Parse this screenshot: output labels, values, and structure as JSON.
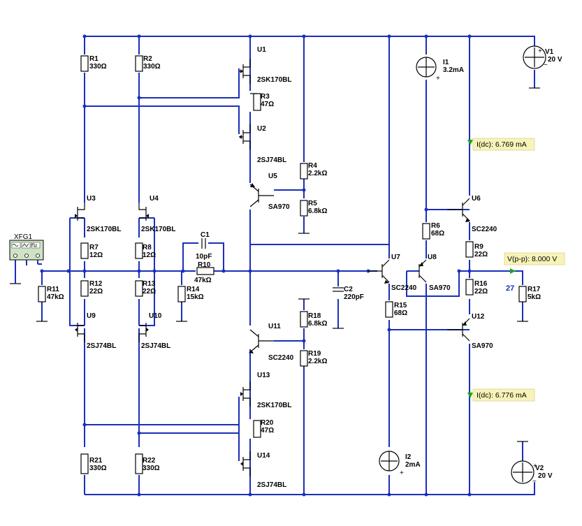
{
  "components": {
    "R1": {
      "name": "R1",
      "value": "330Ω"
    },
    "R2": {
      "name": "R2",
      "value": "330Ω"
    },
    "R3": {
      "name": "R3",
      "value": "47Ω"
    },
    "R4": {
      "name": "R4",
      "value": "2.2kΩ"
    },
    "R5": {
      "name": "R5",
      "value": "6.8kΩ"
    },
    "R6": {
      "name": "R6",
      "value": "68Ω"
    },
    "R7": {
      "name": "R7",
      "value": "12Ω"
    },
    "R8": {
      "name": "R8",
      "value": "12Ω"
    },
    "R9": {
      "name": "R9",
      "value": "22Ω"
    },
    "R10": {
      "name": "R10",
      "value": "47kΩ"
    },
    "R11": {
      "name": "R11",
      "value": "47kΩ"
    },
    "R12": {
      "name": "R12",
      "value": "22Ω"
    },
    "R13": {
      "name": "R13",
      "value": "22Ω"
    },
    "R14": {
      "name": "R14",
      "value": "15kΩ"
    },
    "R15": {
      "name": "R15",
      "value": "68Ω"
    },
    "R16": {
      "name": "R16",
      "value": "22Ω"
    },
    "R17": {
      "name": "R17",
      "value": "5kΩ"
    },
    "R18": {
      "name": "R18",
      "value": "6.8kΩ"
    },
    "R19": {
      "name": "R19",
      "value": "2.2kΩ"
    },
    "R20": {
      "name": "R20",
      "value": "47Ω"
    },
    "R21": {
      "name": "R21",
      "value": "330Ω"
    },
    "R22": {
      "name": "R22",
      "value": "330Ω"
    },
    "C1": {
      "name": "C1",
      "value": "10pF"
    },
    "C2": {
      "name": "C2",
      "value": "220pF"
    },
    "I1": {
      "name": "I1",
      "value": "3.2mA"
    },
    "I2": {
      "name": "I2",
      "value": "2mA"
    },
    "V1": {
      "name": "V1",
      "value": "20 V"
    },
    "V2": {
      "name": "V2",
      "value": "20 V"
    },
    "U1": {
      "name": "U1",
      "part": "2SK170BL"
    },
    "U2": {
      "name": "U2",
      "part": "2SJ74BL"
    },
    "U3": {
      "name": "U3",
      "part": "2SK170BL"
    },
    "U4": {
      "name": "U4",
      "part": "2SK170BL"
    },
    "U5": {
      "name": "U5",
      "part": "SA970"
    },
    "U6": {
      "name": "U6",
      "part": "SC2240"
    },
    "U7": {
      "name": "U7",
      "part": "SC2240"
    },
    "U8": {
      "name": "U8",
      "part": "SA970"
    },
    "U9": {
      "name": "U9",
      "part": "2SJ74BL"
    },
    "U10": {
      "name": "U10",
      "part": "2SJ74BL"
    },
    "U11": {
      "name": "U11",
      "part": "SC2240"
    },
    "U12": {
      "name": "U12",
      "part": "SA970"
    },
    "U13": {
      "name": "U13",
      "part": "2SK170BL"
    },
    "U14": {
      "name": "U14",
      "part": "2SJ74BL"
    },
    "XFG1": {
      "name": "XFG1"
    }
  },
  "probes": {
    "idc_top": "I(dc): 6.769 mA",
    "idc_bottom": "I(dc): 6.776 mA",
    "vpp": "V(p-p): 8.000 V"
  },
  "net_label": "27",
  "colors": {
    "wire": "#1a2fb8",
    "probe_fill": "#f7f3b9",
    "probe_arrow": "#1aa61a",
    "generator_fill": "#cfe3c4"
  }
}
